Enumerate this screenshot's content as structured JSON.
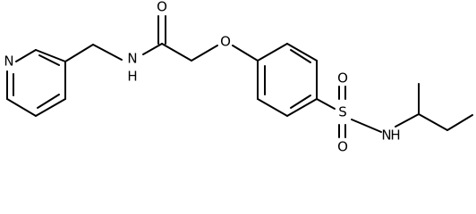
{
  "atoms": {
    "pyridine_n": "N",
    "amide_nh": "N",
    "amide_h": "H",
    "carbonyl_o": "O",
    "ether_o": "O",
    "sulfur": "S",
    "sulfonyl_o_top": "O",
    "sulfonyl_o_bottom": "O",
    "sulfonamide_n": "N",
    "sulfonamide_h": "H"
  }
}
